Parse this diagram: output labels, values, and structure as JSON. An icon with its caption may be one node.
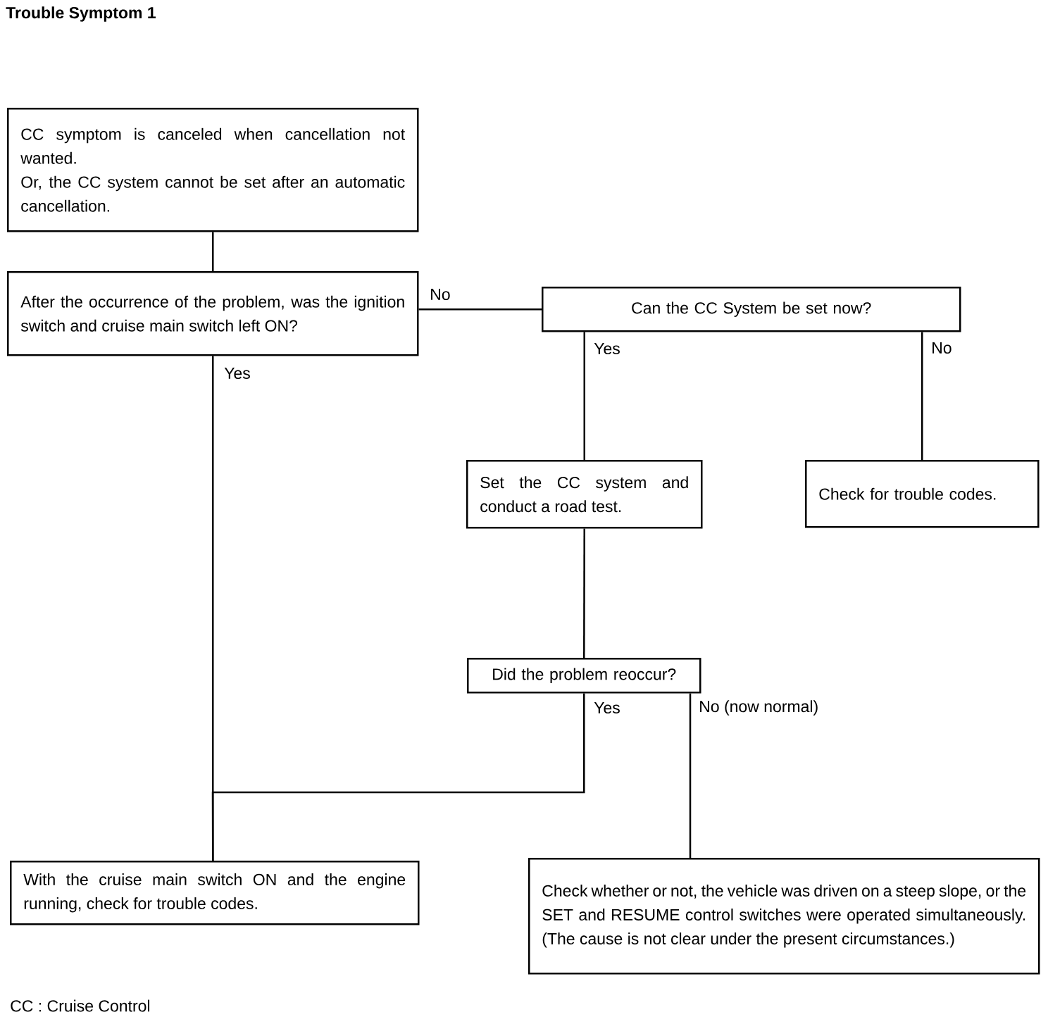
{
  "diagram": {
    "title": "Trouble Symptom 1",
    "nodes": [
      {
        "text": [
          "CC symptom is canceled when cancellation not wanted.",
          "Or, the CC system cannot be set after an automatic cancellation."
        ]
      },
      {
        "text": [
          "After the occurrence of the problem, was the ignition switch and cruise main switch left ON?"
        ]
      },
      {
        "text": [
          "Can the CC System be set now?"
        ]
      },
      {
        "text": [
          "Set the CC system and conduct a road test."
        ]
      },
      {
        "text": [
          "Check for trouble codes."
        ]
      },
      {
        "text": [
          "Did the problem reoccur?"
        ]
      },
      {
        "text": [
          "With the cruise main switch ON and the engine running, check for trouble codes."
        ]
      },
      {
        "text": [
          "Check whether or not, the vehicle was driven on a steep slope, or the SET and RESUME control switches were operated simultaneously. (The cause is not clear under the present circumstances.)"
        ]
      }
    ],
    "edges": [
      {
        "from": 0,
        "to": 1,
        "arrow": "none"
      },
      {
        "from": 1,
        "to": 2,
        "arrow": "none",
        "label": "No"
      },
      {
        "from": 1,
        "to": 6,
        "arrow": "none",
        "label": "Yes"
      },
      {
        "from": 2,
        "to": 3,
        "arrow": "none",
        "label": "Yes"
      },
      {
        "from": 2,
        "to": 4,
        "arrow": "none",
        "label": "No"
      },
      {
        "from": 3,
        "to": 5,
        "arrow": "none"
      },
      {
        "from": 5,
        "to": 6,
        "arrow": "none",
        "label": "Yes"
      },
      {
        "from": 5,
        "to": 7,
        "arrow": "none",
        "label": "No (now normal)"
      }
    ],
    "labels": [
      "CC : Cruise Control"
    ]
  }
}
